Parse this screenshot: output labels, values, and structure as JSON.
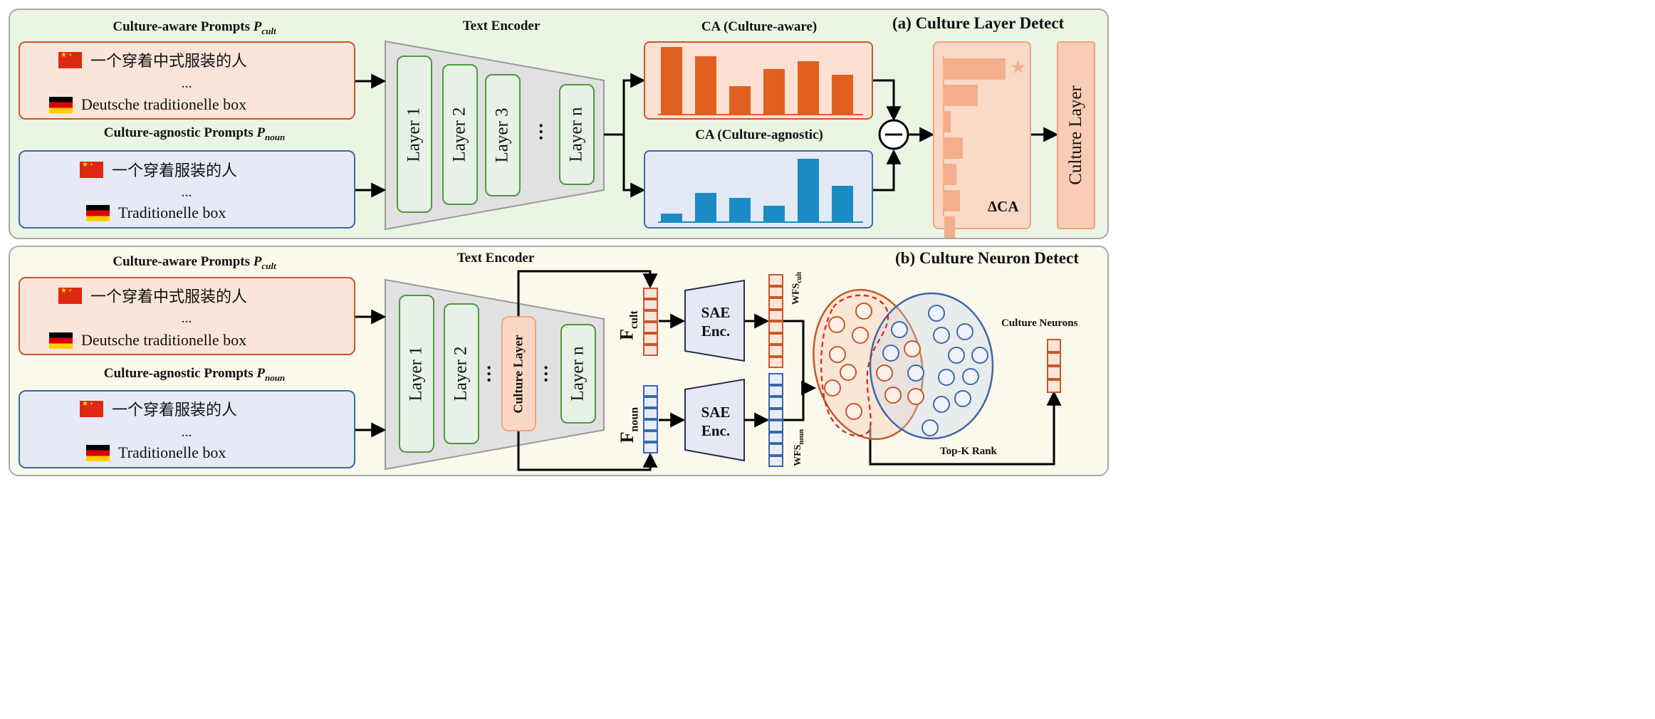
{
  "panel_a": {
    "title": "(a) Culture Layer Detect",
    "cult_header": "Culture-aware Prompts ",
    "cult_symbol": "P",
    "cult_sub": "cult",
    "cult_prompt_zh": "一个穿着中式服装的人",
    "cult_prompt_de": "Deutsche traditionelle box",
    "noun_header": "Culture-agnostic Prompts ",
    "noun_symbol": "P",
    "noun_sub": "noun",
    "noun_prompt_zh": "一个穿着服装的人",
    "noun_prompt_de": "Traditionelle box",
    "ellipsis": "...",
    "encoder_title": "Text Encoder",
    "layers": [
      "Layer 1",
      "Layer 2",
      "Layer 3",
      "Layer n"
    ],
    "ca_aware_title": "CA (Culture-aware)",
    "ca_agnostic_title": "CA (Culture-agnostic)",
    "delta_label": "ΔCA",
    "culture_layer_label": "Culture Layer"
  },
  "panel_b": {
    "title": "(b) Culture Neuron Detect",
    "cult_header": "Culture-aware Prompts ",
    "cult_symbol": "P",
    "cult_sub": "cult",
    "cult_prompt_zh": "一个穿着中式服装的人",
    "cult_prompt_de": "Deutsche traditionelle box",
    "noun_header": "Culture-agnostic Prompts ",
    "noun_symbol": "P",
    "noun_sub": "noun",
    "noun_prompt_zh": "一个穿着服装的人",
    "noun_prompt_de": "Traditionelle box",
    "ellipsis": "...",
    "encoder_title": "Text Encoder",
    "layers": [
      "Layer 1",
      "Layer 2",
      "Culture Layer",
      "Layer n"
    ],
    "f_cult": "F",
    "f_cult_sub": "cult",
    "f_noun": "F",
    "f_noun_sub": "noun",
    "sae_line1": "SAE",
    "sae_line2": "Enc.",
    "wfs_cult": "WFS",
    "wfs_cult_sub": "cult",
    "wfs_noun": "WFS",
    "wfs_noun_sub": "noun",
    "top_k_label": "Top-K Rank",
    "culture_neurons_label": "Culture Neurons"
  },
  "chart_data": [
    {
      "type": "bar",
      "name": "CA (Culture-aware)",
      "values": [
        1.0,
        0.86,
        0.42,
        0.67,
        0.79,
        0.58
      ]
    },
    {
      "type": "bar",
      "name": "CA (Culture-agnostic)",
      "values": [
        0.13,
        0.46,
        0.37,
        0.25,
        1.0,
        0.57
      ]
    },
    {
      "type": "bar",
      "name": "ΔCA",
      "values": [
        1.0,
        0.55,
        0.1,
        0.3,
        0.2,
        0.25,
        0.18
      ]
    }
  ],
  "colors": {
    "panel_a_bg": "#eaf5e4",
    "panel_b_bg": "#fbf8ec",
    "cult_orange": "#e2601f",
    "agnostic_blue": "#1a8bc4",
    "delta_bar": "#f4ae8c",
    "layer_green": "#4e9a3c"
  }
}
